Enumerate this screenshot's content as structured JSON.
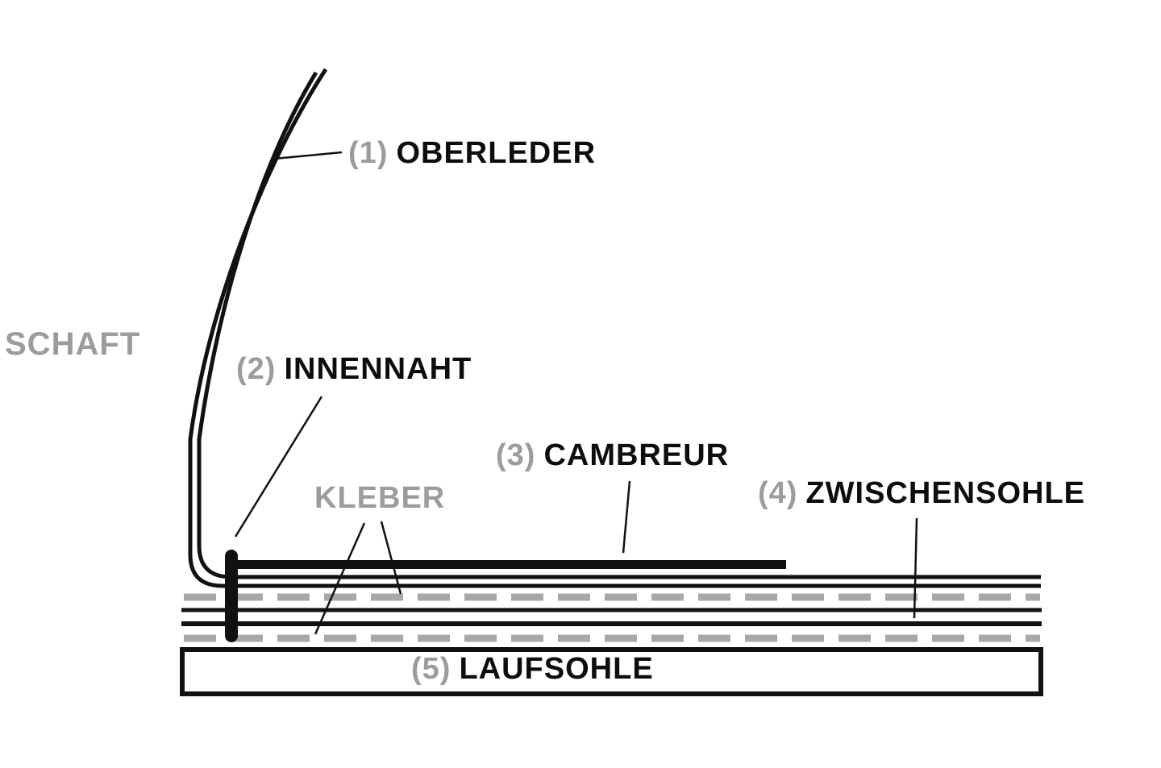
{
  "diagram": {
    "description": "Cross-section diagram of a shoe sole construction with numbered parts",
    "labels": {
      "schaft": "SCHAFT",
      "kleber": "KLEBER"
    },
    "parts": [
      {
        "num": "(1)",
        "name": "OBERLEDER"
      },
      {
        "num": "(2)",
        "name": "INNENNAHT"
      },
      {
        "num": "(3)",
        "name": "CAMBREUR"
      },
      {
        "num": "(4)",
        "name": "ZWISCHENSOHLE"
      },
      {
        "num": "(5)",
        "name": "LAUFSOHLE"
      }
    ],
    "colors": {
      "line_black": "#111111",
      "label_black": "#0d0d0d",
      "label_gray": "#9c9c9c",
      "glue_dash_gray": "#a8a8a8",
      "background": "#ffffff"
    }
  }
}
